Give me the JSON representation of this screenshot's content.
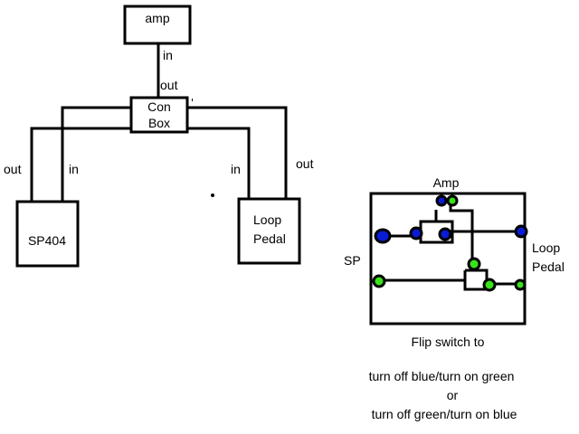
{
  "left_diagram": {
    "amp_label": "amp",
    "con_box_line1": "Con",
    "con_box_line2": "Box",
    "sp404_label": "SP404",
    "loop_line1": "Loop",
    "loop_line2": "Pedal",
    "amp_in": "in",
    "conbox_out": "out",
    "sp_out": "out",
    "sp_in": "in",
    "loop_in": "in",
    "loop_out": "out"
  },
  "switch_diagram": {
    "top_label": "Amp",
    "left_label": "SP",
    "right_line1": "Loop",
    "right_line2": "Pedal",
    "colors": {
      "blue": "#0a1bd6",
      "green": "#39e21a"
    }
  },
  "caption": {
    "line1": "Flip switch to",
    "line2": "turn off blue/turn on green",
    "line3": "or",
    "line4": "turn off green/turn on blue"
  }
}
